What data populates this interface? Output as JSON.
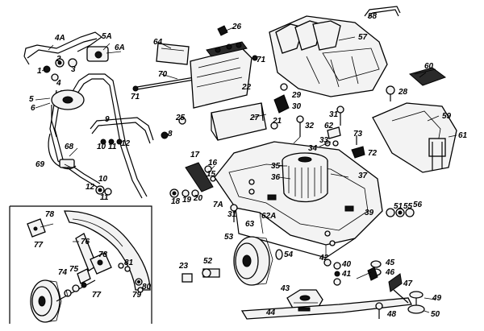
{
  "diagram": {
    "labels": [
      {
        "id": "l4a",
        "text": "4A"
      },
      {
        "id": "l5a",
        "text": "5A"
      },
      {
        "id": "l6a",
        "text": "6A"
      },
      {
        "id": "l2",
        "text": "2"
      },
      {
        "id": "l3",
        "text": "3"
      },
      {
        "id": "l1",
        "text": "1"
      },
      {
        "id": "l4",
        "text": "4"
      },
      {
        "id": "l5",
        "text": "5"
      },
      {
        "id": "l6",
        "text": "6"
      },
      {
        "id": "l8",
        "text": "8"
      },
      {
        "id": "l9",
        "text": "9"
      },
      {
        "id": "l10a",
        "text": "10"
      },
      {
        "id": "l11a",
        "text": "11"
      },
      {
        "id": "l12a",
        "text": "12"
      },
      {
        "id": "l68",
        "text": "68"
      },
      {
        "id": "l69",
        "text": "69"
      },
      {
        "id": "l12b",
        "text": "12"
      },
      {
        "id": "l10b",
        "text": "10"
      },
      {
        "id": "l11b",
        "text": "11"
      },
      {
        "id": "l64",
        "text": "64"
      },
      {
        "id": "l26",
        "text": "26"
      },
      {
        "id": "l71a",
        "text": "71"
      },
      {
        "id": "l70",
        "text": "70"
      },
      {
        "id": "l71b",
        "text": "71"
      },
      {
        "id": "l22",
        "text": "22"
      },
      {
        "id": "l58",
        "text": "58"
      },
      {
        "id": "l57",
        "text": "57"
      },
      {
        "id": "l29",
        "text": "29"
      },
      {
        "id": "l30",
        "text": "30"
      },
      {
        "id": "l25",
        "text": "25"
      },
      {
        "id": "l27",
        "text": "27"
      },
      {
        "id": "l21",
        "text": "21"
      },
      {
        "id": "l32",
        "text": "32"
      },
      {
        "id": "l31",
        "text": "31"
      },
      {
        "id": "l62",
        "text": "62"
      },
      {
        "id": "l73",
        "text": "73"
      },
      {
        "id": "l60",
        "text": "60"
      },
      {
        "id": "l28",
        "text": "28"
      },
      {
        "id": "l59",
        "text": "59"
      },
      {
        "id": "l61",
        "text": "61"
      },
      {
        "id": "l33",
        "text": "33"
      },
      {
        "id": "l34",
        "text": "34"
      },
      {
        "id": "l72",
        "text": "72"
      },
      {
        "id": "l35",
        "text": "35"
      },
      {
        "id": "l36",
        "text": "36"
      },
      {
        "id": "l37",
        "text": "37"
      },
      {
        "id": "l17",
        "text": "17"
      },
      {
        "id": "l16",
        "text": "16"
      },
      {
        "id": "l15",
        "text": "15"
      },
      {
        "id": "l18",
        "text": "18"
      },
      {
        "id": "l19",
        "text": "19"
      },
      {
        "id": "l20",
        "text": "20"
      },
      {
        "id": "l7a",
        "text": "7A"
      },
      {
        "id": "l31b",
        "text": "31"
      },
      {
        "id": "l63",
        "text": "63"
      },
      {
        "id": "l62a",
        "text": "62A"
      },
      {
        "id": "l39",
        "text": "39"
      },
      {
        "id": "l51",
        "text": "51"
      },
      {
        "id": "l55",
        "text": "55"
      },
      {
        "id": "l56",
        "text": "56"
      },
      {
        "id": "l78a",
        "text": "78"
      },
      {
        "id": "l77a",
        "text": "77"
      },
      {
        "id": "l53",
        "text": "53"
      },
      {
        "id": "l54",
        "text": "54"
      },
      {
        "id": "l42",
        "text": "42"
      },
      {
        "id": "l40",
        "text": "40"
      },
      {
        "id": "l41",
        "text": "41"
      },
      {
        "id": "l45",
        "text": "45"
      },
      {
        "id": "l46",
        "text": "46"
      },
      {
        "id": "l47",
        "text": "47"
      },
      {
        "id": "l76",
        "text": "76"
      },
      {
        "id": "l78b",
        "text": "78"
      },
      {
        "id": "l81",
        "text": "81"
      },
      {
        "id": "l74",
        "text": "74"
      },
      {
        "id": "l75",
        "text": "75"
      },
      {
        "id": "l23",
        "text": "23"
      },
      {
        "id": "l52",
        "text": "52"
      },
      {
        "id": "l43",
        "text": "43"
      },
      {
        "id": "l79",
        "text": "79"
      },
      {
        "id": "l80",
        "text": "80"
      },
      {
        "id": "l77b",
        "text": "77"
      },
      {
        "id": "l44",
        "text": "44"
      },
      {
        "id": "l49",
        "text": "49"
      },
      {
        "id": "l48",
        "text": "48"
      },
      {
        "id": "l50",
        "text": "50"
      }
    ]
  }
}
